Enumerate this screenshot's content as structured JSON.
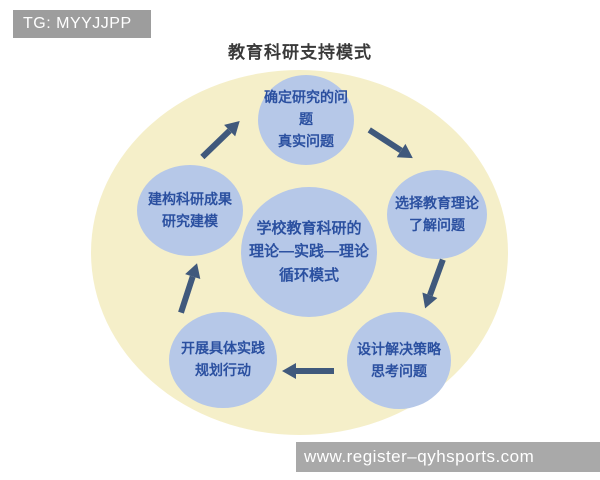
{
  "badge": {
    "label": "TG: MYYJJPP"
  },
  "title": "教育科研支持模式",
  "diagram": {
    "center_node": {
      "lines": [
        "学校教育科研的",
        "理论—实践—理论",
        "循环模式"
      ]
    },
    "nodes": {
      "top": {
        "lines": [
          "确定研究的问题",
          "真实问题"
        ]
      },
      "right": {
        "lines": [
          "选择教育理论",
          "了解问题"
        ]
      },
      "bottom_right": {
        "lines": [
          "设计解决策略",
          "思考问题"
        ]
      },
      "bottom_left": {
        "lines": [
          "开展具体实践",
          "规划行动"
        ]
      },
      "left": {
        "lines": [
          "建构科研成果",
          "研究建模"
        ]
      }
    },
    "colors": {
      "background_ellipse": "#f5efc9",
      "node_fill": "#b6c8e8",
      "node_text": "#2b50a0",
      "arrow": "#40597c"
    }
  },
  "footer": {
    "url": "www.register–qyhsports.com"
  }
}
